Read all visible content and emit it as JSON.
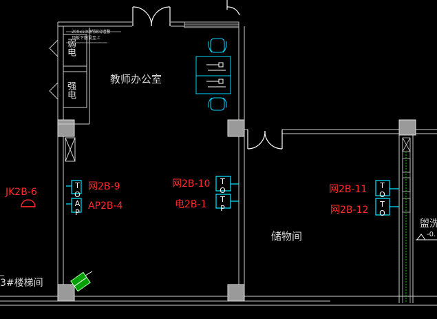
{
  "rooms": {
    "office": "教师办公室",
    "storage": "储物间",
    "stair": "3#楼梯间",
    "right_cut": "盥洗",
    "right_cut_small": "-0."
  },
  "closets": {
    "weak": "弱电",
    "strong": "强电",
    "note_line1": "200x100桥架沿墙敷",
    "note_line2": "顶板下敷设至上"
  },
  "outlets": {
    "left_top": "网2B-9",
    "left_bottom": "AP2B-4",
    "left_sym_top": "TO",
    "left_sym_bottom": "AP",
    "mid_top": "网2B-10",
    "mid_bottom": "电2B-1",
    "mid_sym_top": "TO",
    "mid_sym_bottom": "TP",
    "right_top": "网2B-11",
    "right_bottom": "网2B-12",
    "right_sym_top": "TO",
    "right_sym_bottom": "TO"
  },
  "camera": {
    "label": "JK2B-6"
  },
  "colors": {
    "background": "#000000",
    "wall": "#c8c8c8",
    "cyan": "#00e5ff",
    "red": "#ff2a2a",
    "green": "#00c800"
  }
}
